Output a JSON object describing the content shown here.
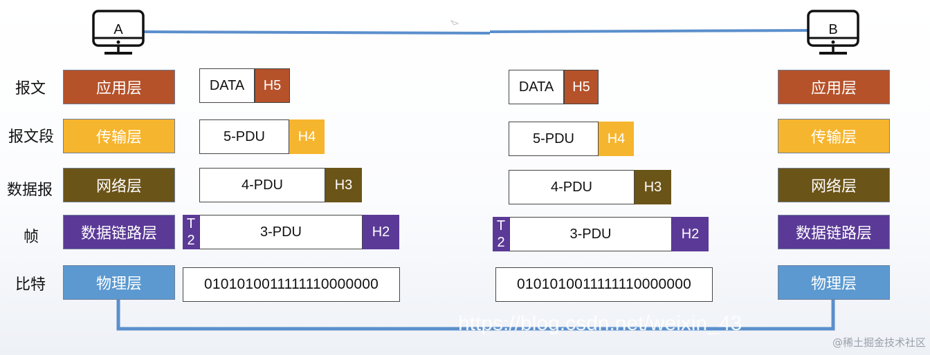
{
  "hosts": {
    "left": {
      "label": "A"
    },
    "right": {
      "label": "B"
    }
  },
  "pdu_names": [
    "报文",
    "报文段",
    "数据报",
    "帧",
    "比特"
  ],
  "layers": [
    "应用层",
    "传输层",
    "网络层",
    "数据链路层",
    "物理层"
  ],
  "colors": {
    "application": "#b5522a",
    "transport": "#f6b52e",
    "network": "#6b5418",
    "datalink": "#5b3a97",
    "physical": "#5b99d0",
    "link": "#5b8fcc"
  },
  "encapsulation": {
    "data_label": "DATA",
    "h5": "H5",
    "pdu5": "5-PDU",
    "h4": "H4",
    "pdu4": "4-PDU",
    "h3": "H3",
    "pdu3": "3-PDU",
    "h2": "H2",
    "t2_top": "T",
    "t2_bottom": "2",
    "bits": "0101010011111110000000"
  },
  "watermark": {
    "url": "https://blog.csdn.net/weixin_43",
    "site": "@稀土掘金技术社区"
  }
}
